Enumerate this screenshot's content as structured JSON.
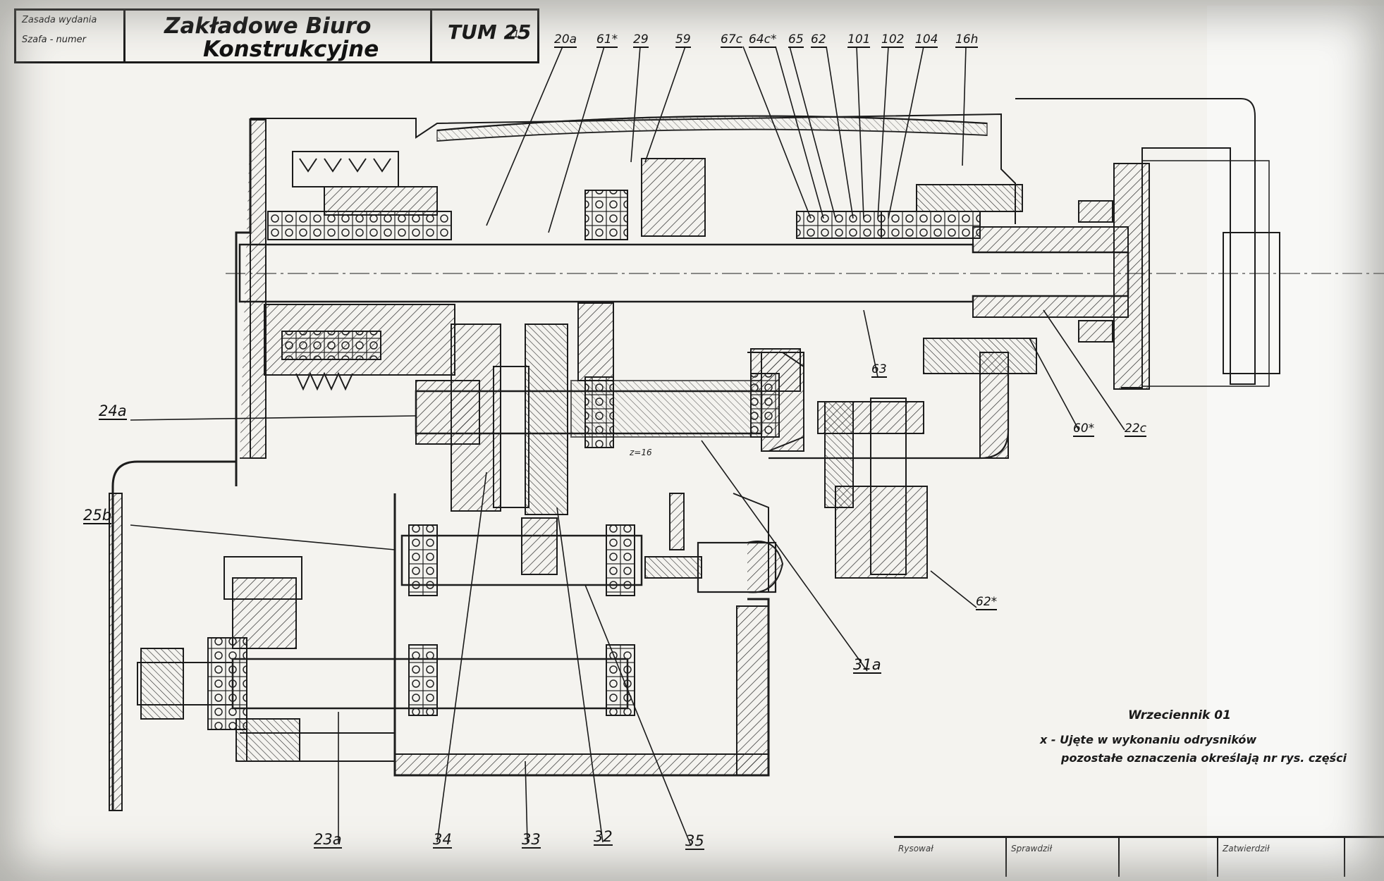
{
  "title_block": {
    "dept_line1": "Zasada wydania",
    "dept_line2": "Szafa - numer",
    "office_line1": "Zakładowe Biuro",
    "office_line2": "Konstrukcyjne",
    "model": "TUM 25",
    "model_suffix": "/1"
  },
  "callouts": {
    "top": [
      "20a",
      "61*",
      "29",
      "59",
      "67c",
      "64c*",
      "65",
      "62",
      "101",
      "102",
      "104",
      "16h"
    ],
    "left": [
      "24a",
      "25b"
    ],
    "right": [
      "63",
      "60*",
      "22c",
      "62*",
      "31a"
    ],
    "bottom": [
      "23a",
      "34",
      "33",
      "32",
      "35"
    ],
    "gear_note": "z=16"
  },
  "legend": {
    "title": "Wrzeciennik 01",
    "note_line1": "x - Ujęte w wykonaniu odrysników",
    "note_line2": "pozostałe oznaczenia określają nr rys. części"
  },
  "bottom_block": {
    "drawn_label": "Rysował",
    "checked_label": "Sprawdził",
    "approved_label": "Zatwierdził"
  }
}
